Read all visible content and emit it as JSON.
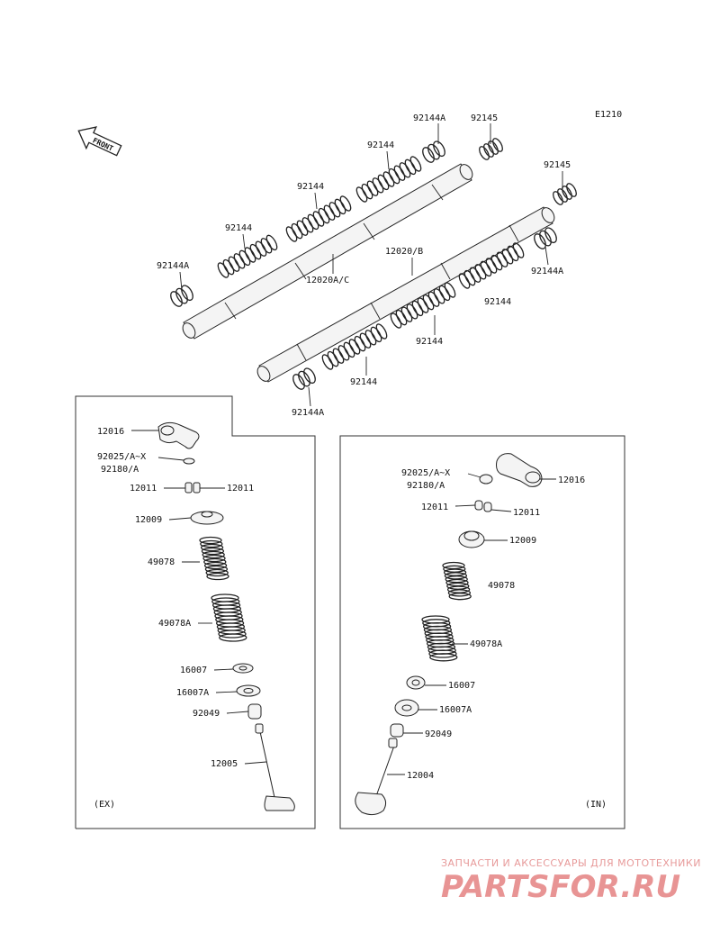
{
  "diagram_code": "E1210",
  "front_label": "FRONT",
  "labels": {
    "top_92144A_1": "92144A",
    "top_92145_1": "92145",
    "top_92144_1": "92144",
    "top_92144_2": "92144",
    "top_92145_2": "92145",
    "top_92144_3": "92144",
    "top_92144A_2": "92144A",
    "shaft_12020AC": "12020A/C",
    "shaft_12020B": "12020/B",
    "top_92144A_3": "92144A",
    "top_92144_4": "92144",
    "top_92144_5": "92144",
    "top_92144_6": "92144",
    "top_92144A_4": "92144A"
  },
  "ex_panel": {
    "caption": "(EX)",
    "labels": {
      "rocker": "12016",
      "shim_1": "92025/A~X",
      "shim_2": "92180/A",
      "cotter_l": "12011",
      "cotter_r": "12011",
      "retainer": "12009",
      "spring_inner": "49078",
      "spring_outer": "49078A",
      "seat": "16007",
      "seat_a": "16007A",
      "seal": "92049",
      "valve": "12005"
    }
  },
  "in_panel": {
    "caption": "(IN)",
    "labels": {
      "shim_1": "92025/A~X",
      "shim_2": "92180/A",
      "rocker": "12016",
      "cotter_l": "12011",
      "cotter_r": "12011",
      "retainer": "12009",
      "spring_inner": "49078",
      "spring_outer": "49078A",
      "seat": "16007",
      "seat_a": "16007A",
      "seal": "92049",
      "valve": "12004"
    }
  },
  "watermark": {
    "tagline": "ЗАПЧАСТИ И АКСЕССУАРЫ ДЛЯ МОТОТЕХНИКИ",
    "logo": "PARTSFOR.RU"
  }
}
